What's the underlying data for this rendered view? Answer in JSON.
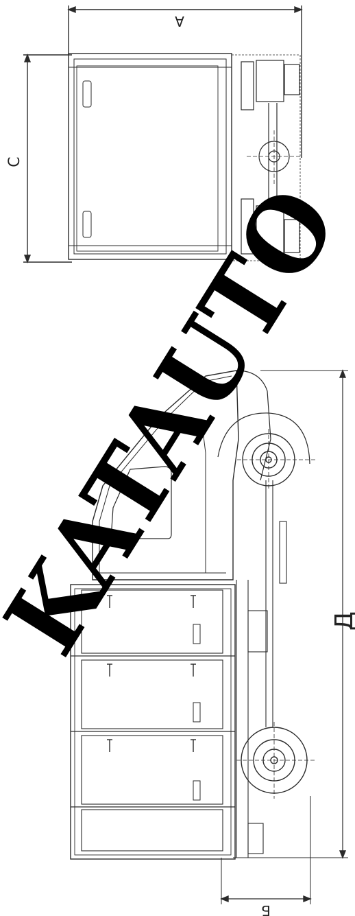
{
  "labels": {
    "dim_a": "A",
    "dim_c": "C",
    "dim_d": "Д",
    "dim_b": "Б"
  },
  "watermark": {
    "text": "KATAUTO"
  },
  "colors": {
    "line": "#2a2a2a",
    "watermark": "#000000",
    "background": "#ffffff"
  }
}
